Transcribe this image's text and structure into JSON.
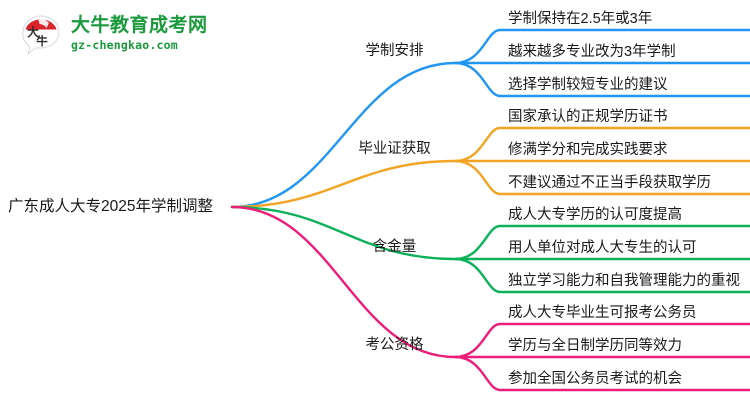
{
  "logo": {
    "mark_name": "daniu-speech-bubble-logo",
    "title": "大牛教育成考网",
    "subtitle": "gz-chengkao.com",
    "mark_text": "大牛",
    "brand_green": "#1a9a3c",
    "brand_red": "#d9242a"
  },
  "mindmap": {
    "root": {
      "label": "广东成人大专2025年学制调整"
    },
    "branches": [
      {
        "label": "学制安排",
        "color": "#2196f3",
        "children": [
          {
            "label": "学制保持在2.5年或3年"
          },
          {
            "label": "越来越多专业改为3年学制"
          },
          {
            "label": "选择学制较短专业的建议"
          }
        ]
      },
      {
        "label": "毕业证获取",
        "color": "#f2a524",
        "children": [
          {
            "label": "国家承认的正规学历证书"
          },
          {
            "label": "修满学分和完成实践要求"
          },
          {
            "label": "不建议通过不正当手段获取学历"
          }
        ]
      },
      {
        "label": "含金量",
        "color": "#0cb15a",
        "children": [
          {
            "label": "成人大专学历的认可度提高"
          },
          {
            "label": "用人单位对成人大专生的认可"
          },
          {
            "label": "独立学习能力和自我管理能力的重视"
          }
        ]
      },
      {
        "label": "考公资格",
        "color": "#ec1e79",
        "children": [
          {
            "label": "成人大专毕业生可报考公务员"
          },
          {
            "label": "学历与全日制学历同等效力"
          },
          {
            "label": "参加全国公务员考试的机会"
          }
        ]
      }
    ]
  }
}
